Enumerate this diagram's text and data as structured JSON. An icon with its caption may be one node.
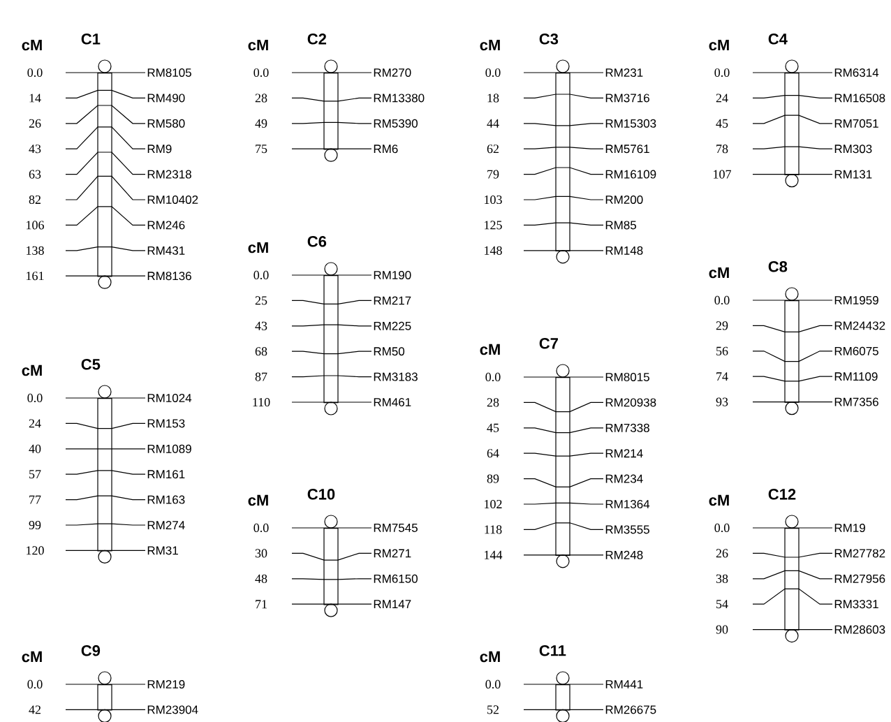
{
  "diagram": {
    "nodes": [
      {
        "text": [
          "C1"
        ],
        "beside": [
          "cM",
          "0.0",
          "14",
          "26",
          "43",
          "63",
          "82",
          "106",
          "138",
          "161"
        ]
      },
      {
        "text": [
          "RM8105"
        ]
      },
      {
        "text": [
          "RM490"
        ]
      },
      {
        "text": [
          "RM580"
        ]
      },
      {
        "text": [
          "RM9"
        ]
      },
      {
        "text": [
          "RM2318"
        ]
      },
      {
        "text": [
          "RM10402"
        ]
      },
      {
        "text": [
          "RM246"
        ]
      },
      {
        "text": [
          "RM431"
        ]
      },
      {
        "text": [
          "RM8136"
        ]
      },
      {
        "text": [
          "C2"
        ],
        "beside": [
          "cM",
          "0.0",
          "28",
          "49",
          "75"
        ]
      },
      {
        "text": [
          "RM270"
        ]
      },
      {
        "text": [
          "RM13380"
        ]
      },
      {
        "text": [
          "RM5390"
        ]
      },
      {
        "text": [
          "RM6"
        ]
      },
      {
        "text": [
          "C3"
        ],
        "beside": [
          "cM",
          "0.0",
          "18",
          "44",
          "62",
          "79",
          "103",
          "125",
          "148"
        ]
      },
      {
        "text": [
          "RM231"
        ]
      },
      {
        "text": [
          "RM3716"
        ]
      },
      {
        "text": [
          "RM15303"
        ]
      },
      {
        "text": [
          "RM5761"
        ]
      },
      {
        "text": [
          "RM16109"
        ]
      },
      {
        "text": [
          "RM200"
        ]
      },
      {
        "text": [
          "RM85"
        ]
      },
      {
        "text": [
          "RM148"
        ]
      },
      {
        "text": [
          "C4"
        ],
        "beside": [
          "cM",
          "0.0",
          "24",
          "45",
          "78",
          "107"
        ]
      },
      {
        "text": [
          "RM6314"
        ]
      },
      {
        "text": [
          "RM16508"
        ]
      },
      {
        "text": [
          "RM7051"
        ]
      },
      {
        "text": [
          "RM303"
        ]
      },
      {
        "text": [
          "RM131"
        ]
      },
      {
        "text": [
          "C5"
        ],
        "beside": [
          "cM",
          "0.0",
          "24",
          "40",
          "57",
          "77",
          "99",
          "120"
        ]
      },
      {
        "text": [
          "RM1024"
        ]
      },
      {
        "text": [
          "RM153"
        ]
      },
      {
        "text": [
          "RM1089"
        ]
      },
      {
        "text": [
          "RM161"
        ]
      },
      {
        "text": [
          "RM163"
        ]
      },
      {
        "text": [
          "RM274"
        ]
      },
      {
        "text": [
          "RM31"
        ]
      },
      {
        "text": [
          "C6"
        ],
        "beside": [
          "cM",
          "0.0",
          "25",
          "43",
          "68",
          "87",
          "110"
        ]
      },
      {
        "text": [
          "RM190"
        ]
      },
      {
        "text": [
          "RM217"
        ]
      },
      {
        "text": [
          "RM225"
        ]
      },
      {
        "text": [
          "RM50"
        ]
      },
      {
        "text": [
          "RM3183"
        ]
      },
      {
        "text": [
          "RM461"
        ]
      },
      {
        "text": [
          "C7"
        ],
        "beside": [
          "cM",
          "0.0",
          "28",
          "45",
          "64",
          "89",
          "102",
          "118",
          "144"
        ]
      },
      {
        "text": [
          "RM8015"
        ]
      },
      {
        "text": [
          "RM20938"
        ]
      },
      {
        "text": [
          "RM7338"
        ]
      },
      {
        "text": [
          "RM214"
        ]
      },
      {
        "text": [
          "RM234"
        ]
      },
      {
        "text": [
          "RM1364"
        ]
      },
      {
        "text": [
          "RM3555"
        ]
      },
      {
        "text": [
          "RM248"
        ]
      },
      {
        "text": [
          "C8"
        ],
        "beside": [
          "cM",
          "0.0",
          "29",
          "56",
          "74",
          "93"
        ]
      },
      {
        "text": [
          "RM1959"
        ]
      },
      {
        "text": [
          "RM24432"
        ]
      },
      {
        "text": [
          "RM6075"
        ]
      },
      {
        "text": [
          "RM1109"
        ]
      },
      {
        "text": [
          "RM7356"
        ]
      },
      {
        "text": [
          "C9"
        ],
        "beside": [
          "cM",
          "0.0",
          "42"
        ]
      },
      {
        "text": [
          "RM219"
        ]
      },
      {
        "text": [
          "RM23904"
        ]
      },
      {
        "text": [
          "C10"
        ],
        "beside": [
          "cM",
          "0.0",
          "30",
          "48",
          "71"
        ]
      },
      {
        "text": [
          "RM7545"
        ]
      },
      {
        "text": [
          "RM271"
        ]
      },
      {
        "text": [
          "RM6150"
        ]
      },
      {
        "text": [
          "RM147"
        ]
      },
      {
        "text": [
          "C11"
        ],
        "beside": [
          "cM",
          "0.0",
          "52"
        ]
      },
      {
        "text": [
          "RM441"
        ]
      },
      {
        "text": [
          "RM26675"
        ]
      },
      {
        "text": [
          "C12"
        ],
        "beside": [
          "cM",
          "0.0",
          "26",
          "38",
          "54",
          "90"
        ]
      },
      {
        "text": [
          "RM19"
        ]
      },
      {
        "text": [
          "RM27782"
        ]
      },
      {
        "text": [
          "RM27956"
        ]
      },
      {
        "text": [
          "RM3331"
        ]
      },
      {
        "text": [
          "RM28603"
        ]
      }
    ],
    "edges": [
      {
        "from": 1,
        "to": 0,
        "arrow": "none"
      },
      {
        "from": 2,
        "to": 0,
        "arrow": "none"
      },
      {
        "from": 3,
        "to": 0,
        "arrow": "none"
      },
      {
        "from": 4,
        "to": 0,
        "arrow": "none"
      },
      {
        "from": 5,
        "to": 0,
        "arrow": "none"
      },
      {
        "from": 6,
        "to": 0,
        "arrow": "none"
      },
      {
        "from": 7,
        "to": 0,
        "arrow": "none"
      },
      {
        "from": 8,
        "to": 0,
        "arrow": "none"
      },
      {
        "from": 9,
        "to": 0,
        "arrow": "none"
      },
      {
        "from": 11,
        "to": 10,
        "arrow": "none"
      },
      {
        "from": 12,
        "to": 10,
        "arrow": "none"
      },
      {
        "from": 13,
        "to": 10,
        "arrow": "none"
      },
      {
        "from": 14,
        "to": 10,
        "arrow": "none"
      },
      {
        "from": 16,
        "to": 15,
        "arrow": "none"
      },
      {
        "from": 17,
        "to": 15,
        "arrow": "none"
      },
      {
        "from": 18,
        "to": 15,
        "arrow": "none"
      },
      {
        "from": 19,
        "to": 15,
        "arrow": "none"
      },
      {
        "from": 20,
        "to": 15,
        "arrow": "none"
      },
      {
        "from": 21,
        "to": 15,
        "arrow": "none"
      },
      {
        "from": 22,
        "to": 15,
        "arrow": "none"
      },
      {
        "from": 23,
        "to": 15,
        "arrow": "none"
      },
      {
        "from": 25,
        "to": 24,
        "arrow": "none"
      },
      {
        "from": 26,
        "to": 24,
        "arrow": "none"
      },
      {
        "from": 27,
        "to": 24,
        "arrow": "none"
      },
      {
        "from": 28,
        "to": 24,
        "arrow": "none"
      },
      {
        "from": 29,
        "to": 24,
        "arrow": "none"
      },
      {
        "from": 31,
        "to": 30,
        "arrow": "none"
      },
      {
        "from": 32,
        "to": 30,
        "arrow": "none"
      },
      {
        "from": 33,
        "to": 30,
        "arrow": "none"
      },
      {
        "from": 34,
        "to": 30,
        "arrow": "none"
      },
      {
        "from": 35,
        "to": 30,
        "arrow": "none"
      },
      {
        "from": 36,
        "to": 30,
        "arrow": "none"
      },
      {
        "from": 37,
        "to": 30,
        "arrow": "none"
      },
      {
        "from": 39,
        "to": 38,
        "arrow": "none"
      },
      {
        "from": 40,
        "to": 38,
        "arrow": "none"
      },
      {
        "from": 41,
        "to": 38,
        "arrow": "none"
      },
      {
        "from": 42,
        "to": 38,
        "arrow": "none"
      },
      {
        "from": 43,
        "to": 38,
        "arrow": "none"
      },
      {
        "from": 44,
        "to": 38,
        "arrow": "none"
      },
      {
        "from": 46,
        "to": 45,
        "arrow": "none"
      },
      {
        "from": 47,
        "to": 45,
        "arrow": "none"
      },
      {
        "from": 48,
        "to": 45,
        "arrow": "none"
      },
      {
        "from": 49,
        "to": 45,
        "arrow": "none"
      },
      {
        "from": 50,
        "to": 45,
        "arrow": "none"
      },
      {
        "from": 51,
        "to": 45,
        "arrow": "none"
      },
      {
        "from": 52,
        "to": 45,
        "arrow": "none"
      },
      {
        "from": 53,
        "to": 45,
        "arrow": "none"
      },
      {
        "from": 55,
        "to": 54,
        "arrow": "none"
      },
      {
        "from": 56,
        "to": 54,
        "arrow": "none"
      },
      {
        "from": 57,
        "to": 54,
        "arrow": "none"
      },
      {
        "from": 58,
        "to": 54,
        "arrow": "none"
      },
      {
        "from": 59,
        "to": 54,
        "arrow": "none"
      },
      {
        "from": 61,
        "to": 60,
        "arrow": "none"
      },
      {
        "from": 62,
        "to": 60,
        "arrow": "none"
      },
      {
        "from": 64,
        "to": 63,
        "arrow": "none"
      },
      {
        "from": 65,
        "to": 63,
        "arrow": "none"
      },
      {
        "from": 66,
        "to": 63,
        "arrow": "none"
      },
      {
        "from": 67,
        "to": 63,
        "arrow": "none"
      },
      {
        "from": 69,
        "to": 68,
        "arrow": "none"
      },
      {
        "from": 70,
        "to": 68,
        "arrow": "none"
      },
      {
        "from": 72,
        "to": 71,
        "arrow": "none"
      },
      {
        "from": 73,
        "to": 71,
        "arrow": "none"
      },
      {
        "from": 74,
        "to": 71,
        "arrow": "none"
      },
      {
        "from": 75,
        "to": 71,
        "arrow": "none"
      },
      {
        "from": 76,
        "to": 71,
        "arrow": "none"
      }
    ]
  }
}
